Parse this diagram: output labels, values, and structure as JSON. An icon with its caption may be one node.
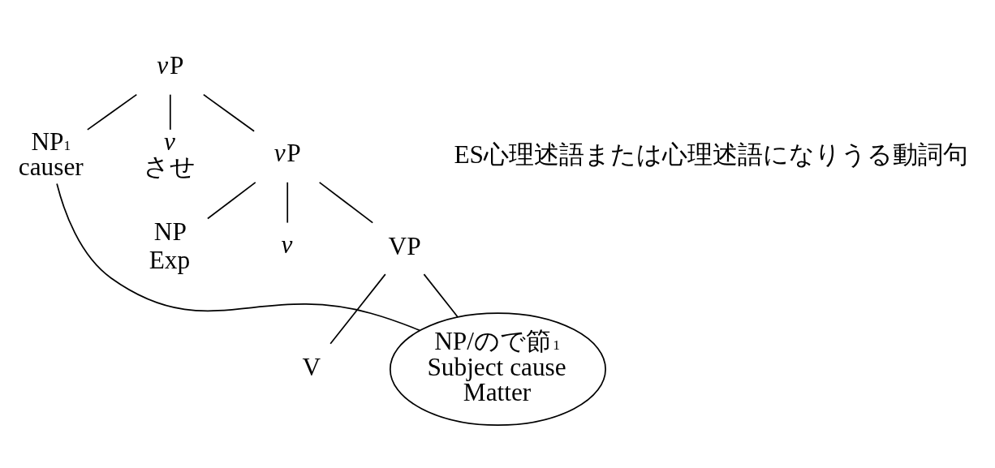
{
  "diagram": {
    "nodes": [
      {
        "text": [
          "vP"
        ]
      },
      {
        "text": [
          "NP$_{1}$",
          "causer"
        ]
      },
      {
        "text": [
          "v",
          "させ"
        ]
      },
      {
        "text": [
          "vP"
        ]
      },
      {
        "text": [
          "NP",
          "Exp"
        ]
      },
      {
        "text": [
          "v"
        ]
      },
      {
        "text": [
          "VP"
        ]
      },
      {
        "text": [
          "V"
        ]
      },
      {
        "text": [
          "NP/ので節$_{1}$",
          "Subject cause",
          "Matter"
        ]
      }
    ],
    "edges": [
      {
        "from": 0,
        "to": 1,
        "arrow": "none"
      },
      {
        "from": 0,
        "to": 2,
        "arrow": "none"
      },
      {
        "from": 0,
        "to": 3,
        "arrow": "none"
      },
      {
        "from": 3,
        "to": 4,
        "arrow": "none"
      },
      {
        "from": 3,
        "to": 5,
        "arrow": "none"
      },
      {
        "from": 3,
        "to": 6,
        "arrow": "none"
      },
      {
        "from": 6,
        "to": 7,
        "arrow": "none"
      },
      {
        "from": 6,
        "to": 8,
        "arrow": "none"
      },
      {
        "from": 1,
        "to": 8,
        "arrow": "none"
      }
    ],
    "labels": [
      "ES心理述語または心理述語になりうる動詞句"
    ]
  }
}
